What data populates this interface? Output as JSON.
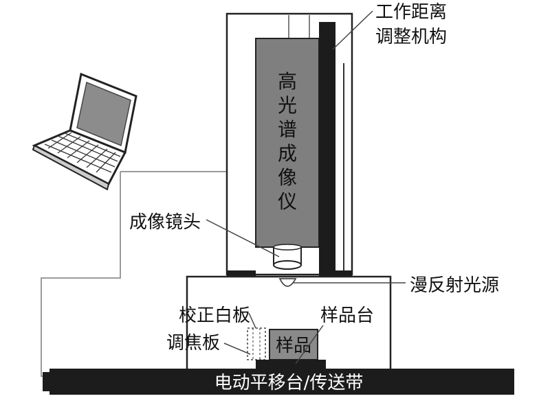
{
  "labels": {
    "work_distance_line1": "工作距离",
    "work_distance_line2": "调整机构",
    "imager_chars": [
      "高",
      "光",
      "谱",
      "成",
      "像",
      "仪"
    ],
    "lens": "成像镜头",
    "light_source": "漫反射光源",
    "calibration_board": "校正白板",
    "focus_board": "调焦板",
    "sample_stage": "样品台",
    "sample": "样品",
    "conveyor": "电动平移台/传送带"
  },
  "colors": {
    "outline": "#222222",
    "rail": "#1c1c1c",
    "imager_fill": "#7f7f7f",
    "sample_fill": "#8a8a8a",
    "laptop_screen": "#8c8c8c",
    "cable": "#9a9a9a"
  }
}
